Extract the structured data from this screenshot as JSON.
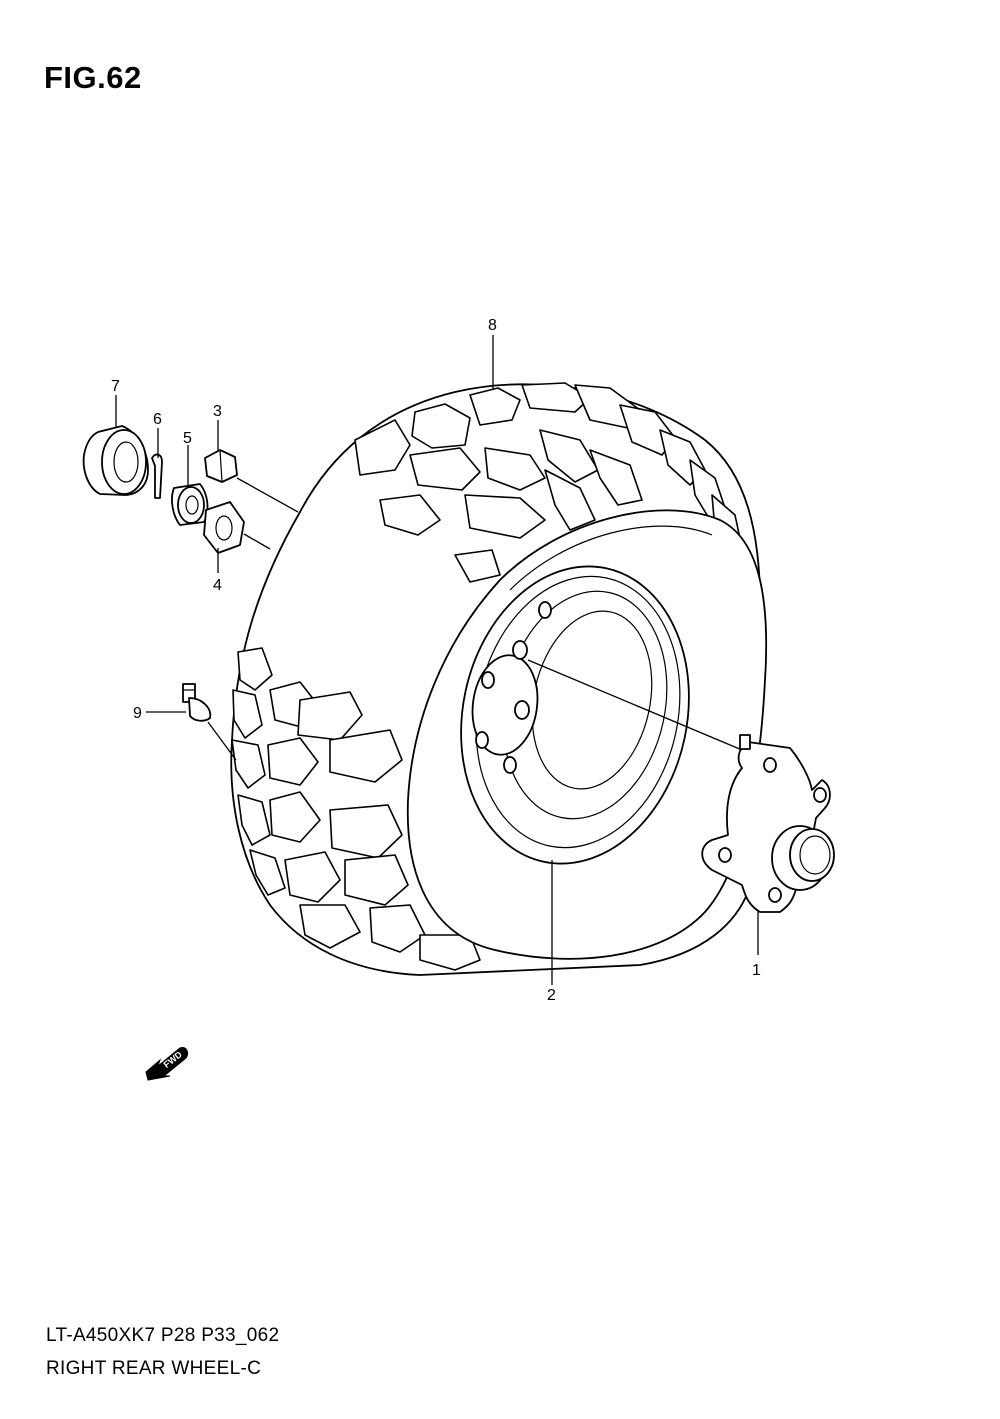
{
  "figure": {
    "title": "FIG.62",
    "model_code": "LT-A450XK7 P28 P33_062",
    "diagram_name": "RIGHT REAR WHEEL-C"
  },
  "callouts": [
    {
      "id": "1",
      "label": "1"
    },
    {
      "id": "2",
      "label": "2"
    },
    {
      "id": "3",
      "label": "3"
    },
    {
      "id": "4",
      "label": "4"
    },
    {
      "id": "5",
      "label": "5"
    },
    {
      "id": "6",
      "label": "6"
    },
    {
      "id": "7",
      "label": "7"
    },
    {
      "id": "8",
      "label": "8"
    },
    {
      "id": "9",
      "label": "9"
    }
  ],
  "direction_badge": {
    "label": "FWD"
  }
}
